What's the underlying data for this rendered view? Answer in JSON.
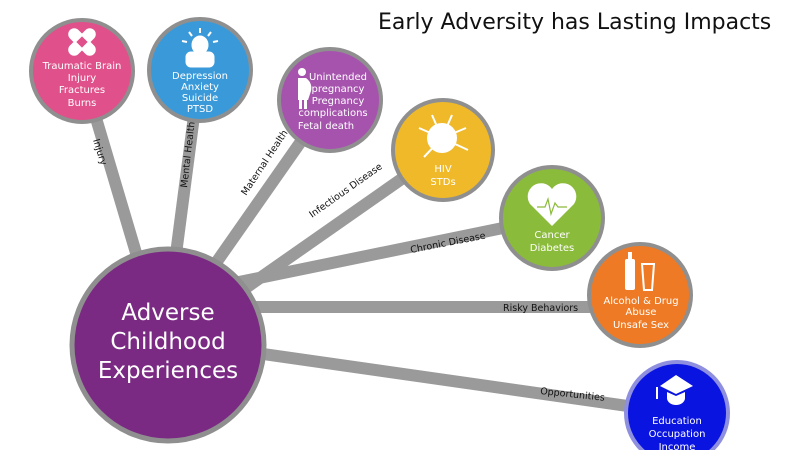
{
  "title": "Early Adversity has Lasting Impacts",
  "center": {
    "lines": [
      "Adverse",
      "Childhood",
      "Experiences"
    ],
    "color": "#7b2a83"
  },
  "branches": [
    {
      "label": "Injury",
      "icon": "bandage-icon",
      "color": "#e0508a",
      "items": [
        "Traumatic Brain",
        "Injury",
        "Fractures",
        "Burns"
      ]
    },
    {
      "label": "Mental Health",
      "icon": "person-head-icon",
      "color": "#3a9ad9",
      "items": [
        "Depression",
        "Anxiety",
        "Suicide",
        "PTSD"
      ]
    },
    {
      "label": "Maternal Health",
      "icon": "pregnant-woman-icon",
      "color": "#a653ae",
      "items": [
        "Unintended",
        "pregnancy",
        "Pregnancy",
        "complications",
        "Fetal death"
      ]
    },
    {
      "label": "Infectious Disease",
      "icon": "virus-icon",
      "color": "#efb92a",
      "items": [
        "HIV",
        "STDs"
      ]
    },
    {
      "label": "Chronic Disease",
      "icon": "heart-pulse-icon",
      "color": "#8bbb3b",
      "items": [
        "Cancer",
        "Diabetes"
      ]
    },
    {
      "label": "Risky Behaviors",
      "icon": "bottle-glass-icon",
      "color": "#ee7a25",
      "items": [
        "Alcohol & Drug",
        "Abuse",
        "Unsafe Sex"
      ]
    },
    {
      "label": "Opportunities",
      "icon": "graduation-cap-icon",
      "color": "#0a14e0",
      "items": [
        "Education",
        "Occupation",
        "Income"
      ]
    }
  ]
}
